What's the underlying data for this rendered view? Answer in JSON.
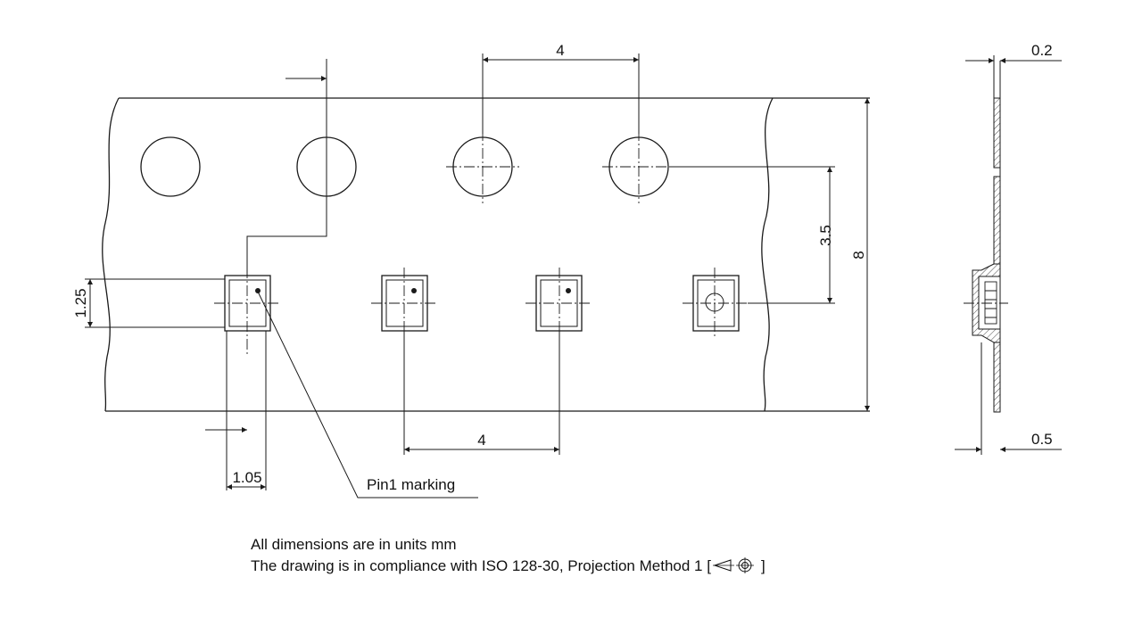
{
  "dimensions": {
    "sprocket_pitch": "4",
    "pocket_pitch": "4",
    "hole_to_pocket": "3.5",
    "tape_width": "8",
    "pocket_length": "1.25",
    "pocket_width": "1.05",
    "cover_tape_thickness": "0.2",
    "carrier_thickness": "0.5"
  },
  "callouts": {
    "pin1": "Pin1 marking"
  },
  "notes": {
    "units": "All dimensions are in units mm",
    "projection_prefix": "The drawing is in compliance with ISO 128-30, Projection Method 1 [",
    "projection_suffix": "]",
    "projection_symbol": "first-angle-projection-icon"
  }
}
